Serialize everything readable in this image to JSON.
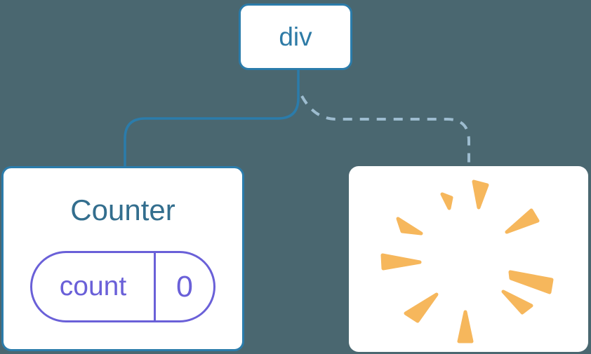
{
  "colors": {
    "background": "#4A6770",
    "box_bg": "#FFFFFF",
    "border_blue": "#2B7CAB",
    "solid_line": "#2B7CAB",
    "dashed_line": "#9DBCCF",
    "node_label": "#2E7BA6",
    "title_teal": "#336E8E",
    "state_purple": "#6A60D8",
    "burst_orange": "#F6B75C"
  },
  "diagram": {
    "root": {
      "label": "div"
    },
    "left_child": {
      "title": "Counter",
      "state": {
        "key": "count",
        "value": "0"
      }
    },
    "right_child": {
      "icon": "poof-burst-icon"
    },
    "edges": [
      {
        "from": "div",
        "to": "Counter",
        "style": "solid"
      },
      {
        "from": "div",
        "to": "removed-child",
        "style": "dashed"
      }
    ]
  }
}
